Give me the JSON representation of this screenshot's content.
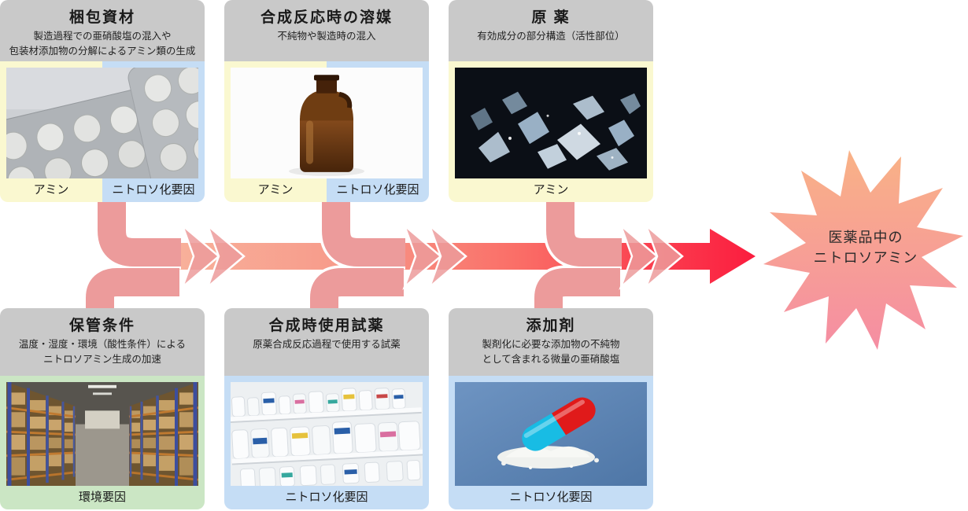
{
  "diagram": {
    "result": {
      "line1": "医薬品中の",
      "line2": "ニトロソアミン"
    },
    "boxes": [
      {
        "id": "packaging",
        "title": "梱包資材",
        "subtitle": "製造過程での亜硝酸塩の混入や\n包装材添加物の分解によるアミン類の生成",
        "photo": "blister packs of white tablets",
        "labels": [
          {
            "text": "アミン",
            "type": "amine"
          },
          {
            "text": "ニトロソ化要因",
            "type": "nitrosating"
          }
        ]
      },
      {
        "id": "solvent",
        "title": "合成反応時の溶媒",
        "subtitle": "不純物や製造時の混入",
        "photo": "brown glass solvent jug",
        "labels": [
          {
            "text": "アミン",
            "type": "amine"
          },
          {
            "text": "ニトロソ化要因",
            "type": "nitrosating"
          }
        ]
      },
      {
        "id": "drug-substance",
        "title": "原 薬",
        "subtitle": "有効成分の部分構造（活性部位）",
        "photo": "crystals of active pharmaceutical ingredient",
        "labels": [
          {
            "text": "アミン",
            "type": "amine"
          }
        ]
      },
      {
        "id": "storage",
        "title": "保管条件",
        "subtitle": "温度・湿度・環境（酸性条件）による\nニトロソアミン生成の加速",
        "photo": "warehouse aisle with racks of boxes",
        "labels": [
          {
            "text": "環境要因",
            "type": "environment"
          }
        ]
      },
      {
        "id": "reagents",
        "title": "合成時使用試薬",
        "subtitle": "原薬合成反応過程で使用する試薬",
        "photo": "shelves of white reagent bottles",
        "labels": [
          {
            "text": "ニトロソ化要因",
            "type": "nitrosating"
          }
        ]
      },
      {
        "id": "excipients",
        "title": "添加剤",
        "subtitle": "製剤化に必要な添加物の不純物\nとして含まれる微量の亜硝酸塩",
        "photo": "red and blue capsule with powder",
        "labels": [
          {
            "text": "ニトロソ化要因",
            "type": "nitrosating"
          }
        ]
      }
    ],
    "legend_colors": {
      "header": "#C9C9C9",
      "amine": "#FAF8D0",
      "nitrosating": "#C5DDF5",
      "environment": "#CBE6C4",
      "connector": "#EC9B9B",
      "flow_start": "#F8B79F",
      "flow_end": "#FB1C3E",
      "burst_top": "#F9B286",
      "burst_bottom": "#F58DA3"
    }
  }
}
